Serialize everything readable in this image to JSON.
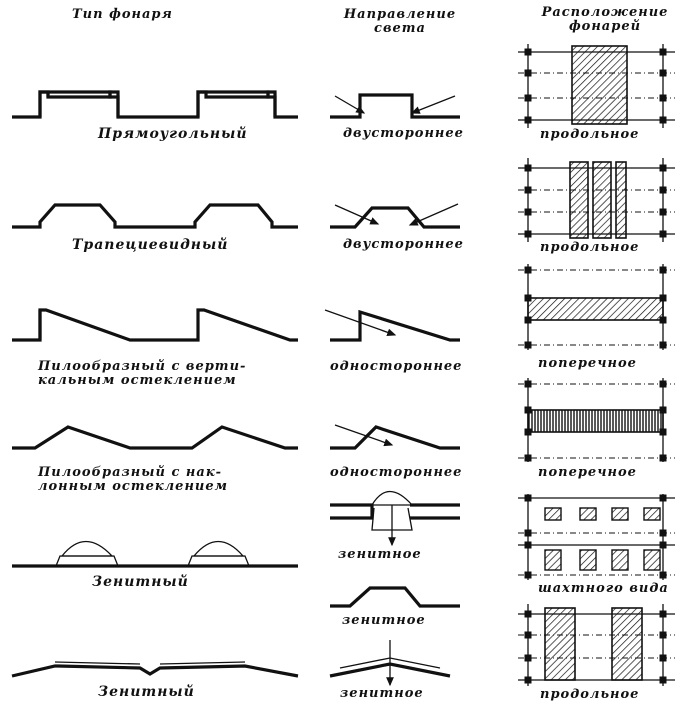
{
  "headers": {
    "col1": "Тип фонаря",
    "col2": "Направление\nсвета",
    "col3": "Расположение\nфонарей"
  },
  "col1_labels": [
    "Прямоугольный",
    "Трапециевидный",
    "Пилообразный с верти-\nкальным остеклением",
    "Пилообразный с нак-\nлонным остеклением",
    "Зенитный",
    "Зенитный"
  ],
  "col2_labels": [
    "двустороннее",
    "двустороннее",
    "одностороннее",
    "одностороннее",
    "зенитное",
    "зенитное",
    "зенитное"
  ],
  "col3_labels": [
    "продольное",
    "продольное",
    "поперечное",
    "поперечное",
    "шахтного вида",
    "продольное"
  ]
}
